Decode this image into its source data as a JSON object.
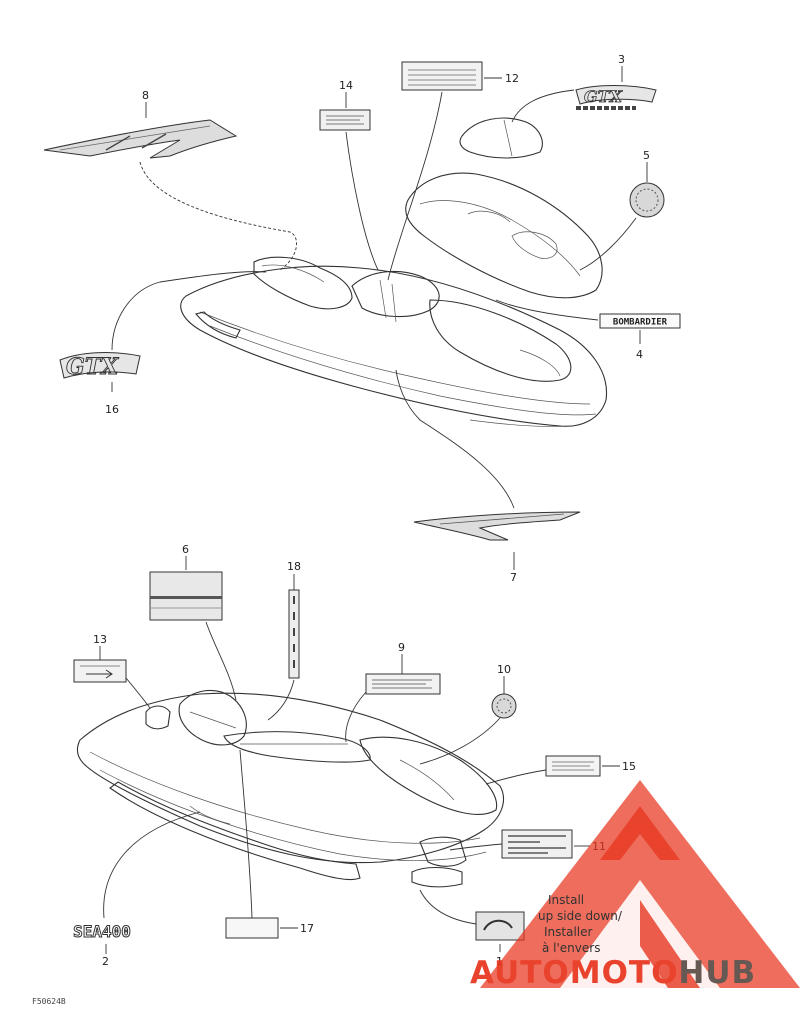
{
  "callouts": [
    {
      "id": "c1",
      "text": "1"
    },
    {
      "id": "c2",
      "text": "2"
    },
    {
      "id": "c3",
      "text": "3"
    },
    {
      "id": "c4",
      "text": "4"
    },
    {
      "id": "c5",
      "text": "5"
    },
    {
      "id": "c6",
      "text": "6"
    },
    {
      "id": "c7",
      "text": "7"
    },
    {
      "id": "c8",
      "text": "8"
    },
    {
      "id": "c9",
      "text": "9"
    },
    {
      "id": "c10",
      "text": "10"
    },
    {
      "id": "c11",
      "text": "11"
    },
    {
      "id": "c12",
      "text": "12"
    },
    {
      "id": "c13",
      "text": "13"
    },
    {
      "id": "c14",
      "text": "14"
    },
    {
      "id": "c15",
      "text": "15"
    },
    {
      "id": "c16",
      "text": "16"
    },
    {
      "id": "c17",
      "text": "17"
    },
    {
      "id": "c18",
      "text": "18"
    }
  ],
  "decals": {
    "bombardier": "BOMBARDIER",
    "sea400_text": "SEA400"
  },
  "install_note": [
    "Install",
    "up side down/",
    "Installer",
    "à l'envers"
  ],
  "drawing_code": "F50624B",
  "watermark": {
    "word_a": "AUTO",
    "word_b": "MOTO",
    "word_c": "HUB",
    "color_main": "#e8341c",
    "color_dark": "#5a4a45"
  }
}
